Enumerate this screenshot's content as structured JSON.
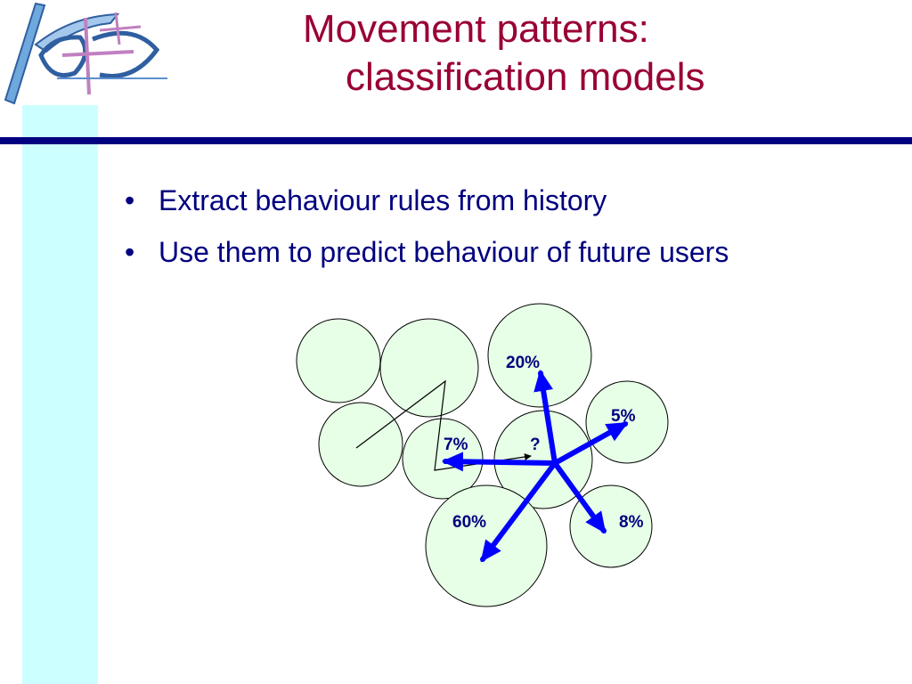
{
  "slide": {
    "title_line1": "Movement patterns:",
    "title_line2": "classification models",
    "bullets": [
      "Extract behaviour rules from history",
      "Use them to predict behaviour of future users"
    ],
    "bullet_glyph": "•"
  },
  "diagram": {
    "labels": {
      "up": "20%",
      "upper_right": "5%",
      "left": "7%",
      "current": "?",
      "down_left": "60%",
      "down_right": "8%"
    }
  },
  "colors": {
    "title": "#990033",
    "text": "#000080",
    "rule": "#000080",
    "side_band": "#ccffff",
    "cell_fill": "#e6ffe6",
    "arrow": "#0000ff"
  }
}
